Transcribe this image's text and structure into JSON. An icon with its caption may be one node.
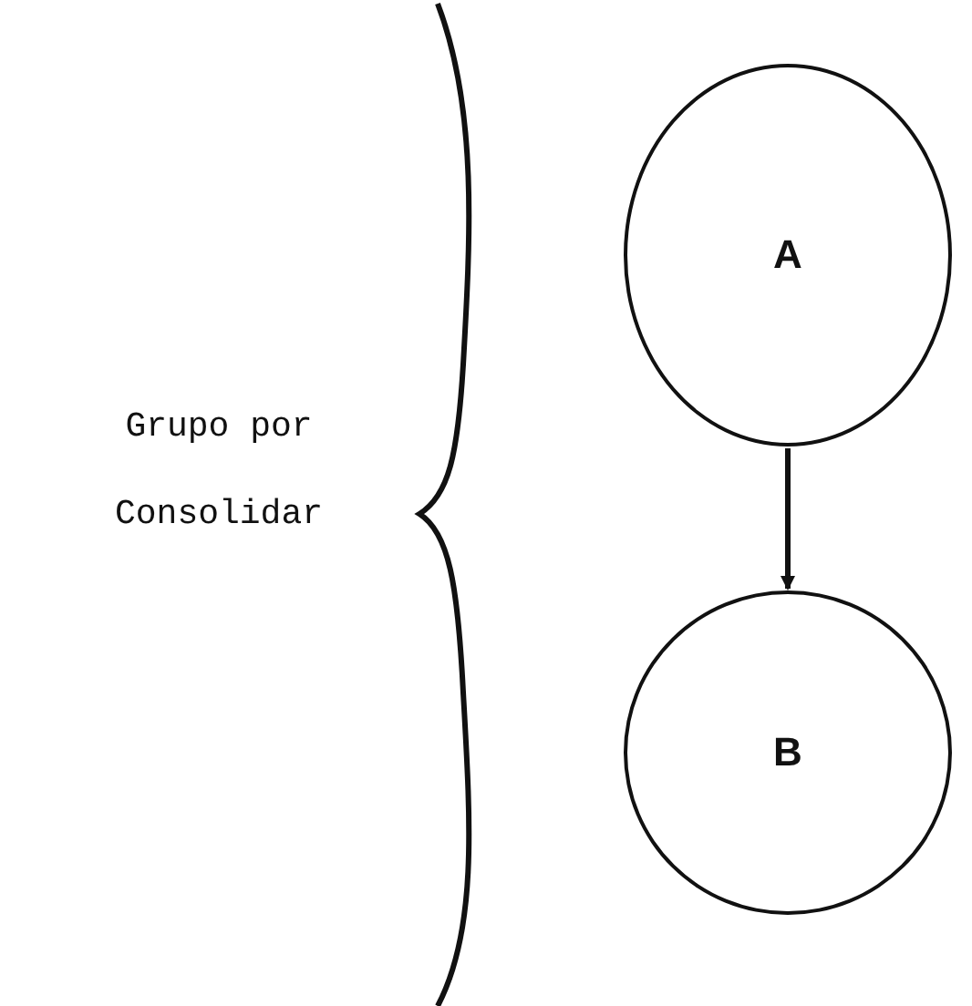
{
  "diagram": {
    "nodes": [
      {
        "text": [
          "A"
        ]
      },
      {
        "text": [
          "B"
        ]
      }
    ],
    "edges": [
      {
        "from": 0,
        "to": 1,
        "arrow": "to"
      }
    ],
    "labels": [
      "Grupo por Consolidar"
    ]
  }
}
